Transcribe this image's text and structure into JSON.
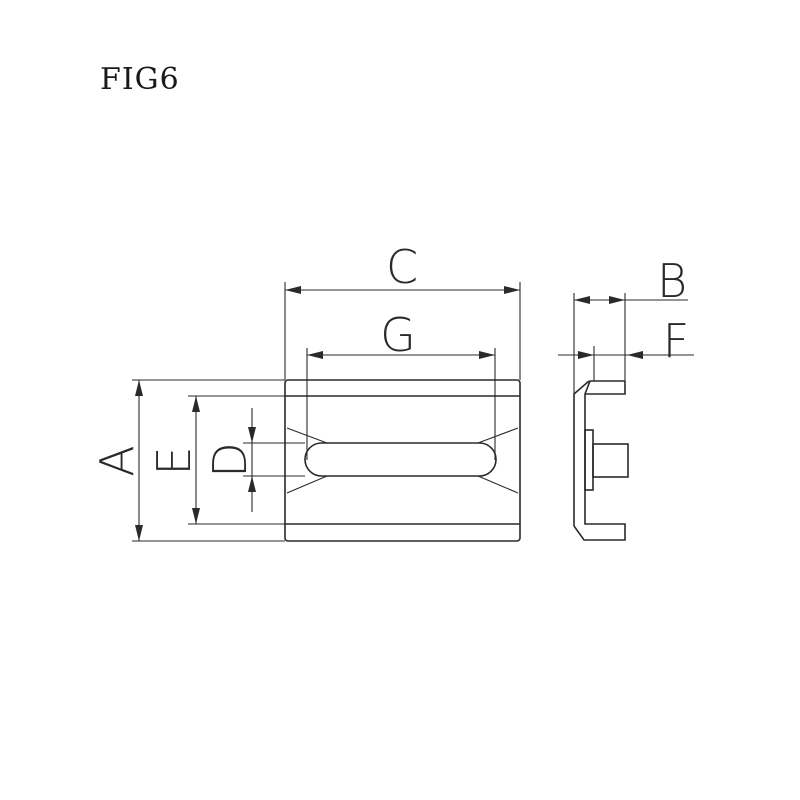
{
  "figure": {
    "title": "FIG6"
  },
  "dimensions": {
    "a": "A",
    "b": "B",
    "c": "C",
    "d": "D",
    "e": "E",
    "f": "F",
    "g": "G"
  }
}
